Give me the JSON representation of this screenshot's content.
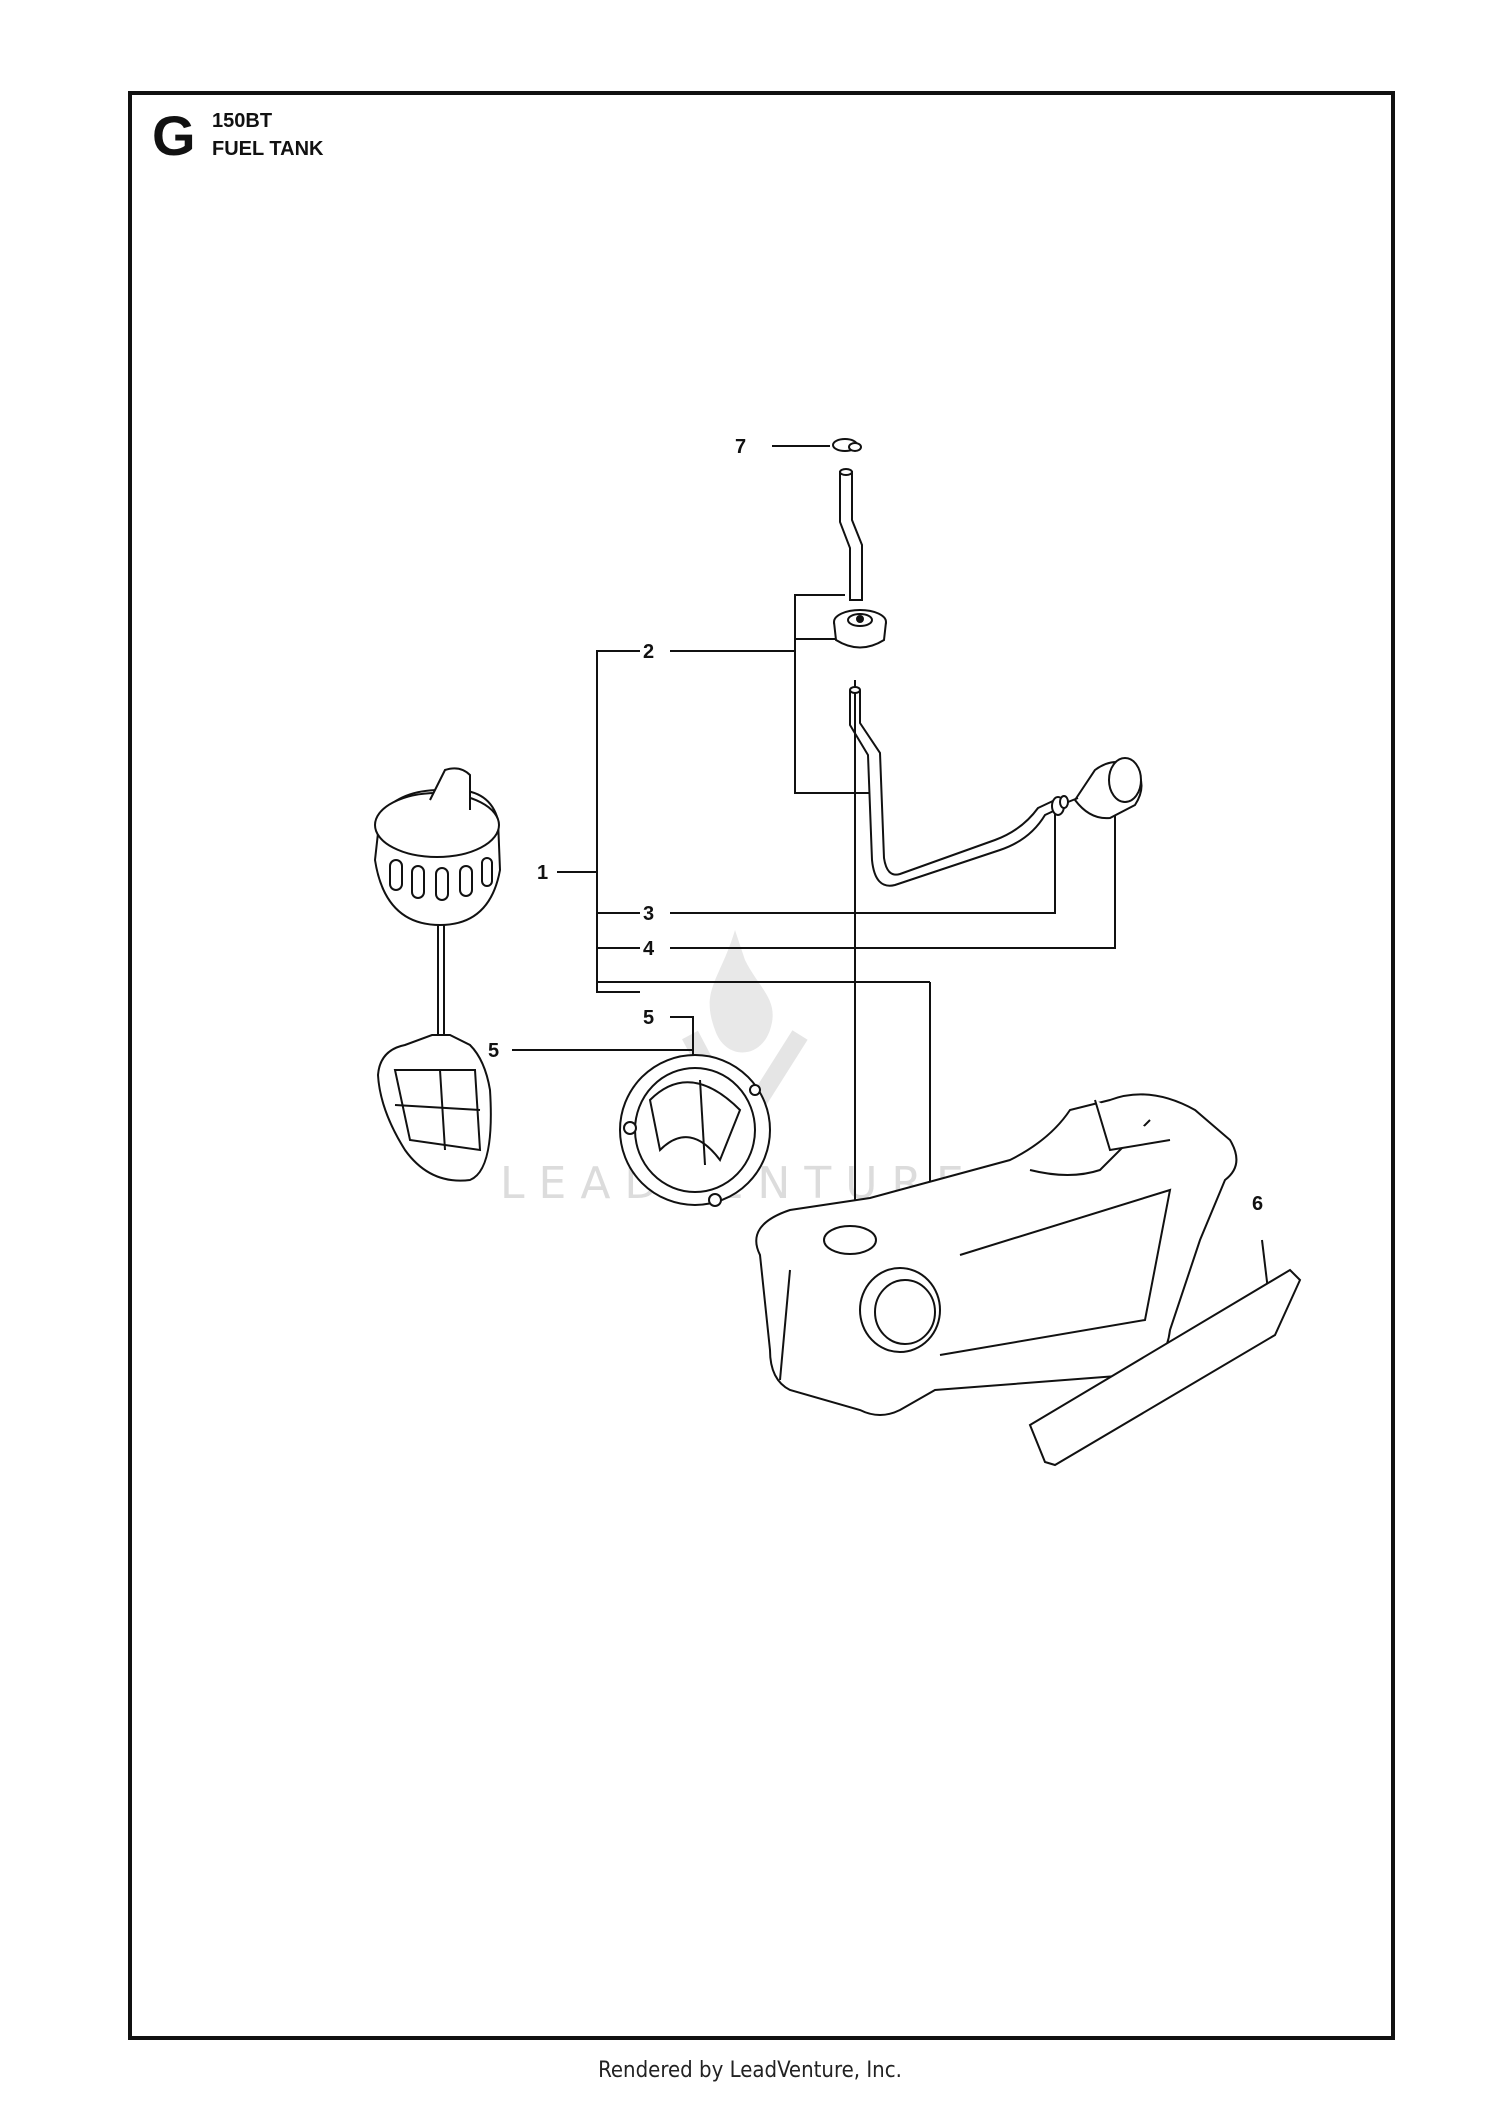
{
  "header": {
    "section_letter": "G",
    "model": "150BT",
    "title": "FUEL TANK"
  },
  "callouts": [
    {
      "id": "callout-1",
      "label": "1"
    },
    {
      "id": "callout-2",
      "label": "2"
    },
    {
      "id": "callout-3",
      "label": "3"
    },
    {
      "id": "callout-4",
      "label": "4"
    },
    {
      "id": "callout-5a",
      "label": "5"
    },
    {
      "id": "callout-5b",
      "label": "5"
    },
    {
      "id": "callout-6",
      "label": "6"
    },
    {
      "id": "callout-7",
      "label": "7"
    }
  ],
  "watermark": {
    "text": "LEADVENTURE"
  },
  "footer": {
    "text": "Rendered by LeadVenture, Inc."
  }
}
